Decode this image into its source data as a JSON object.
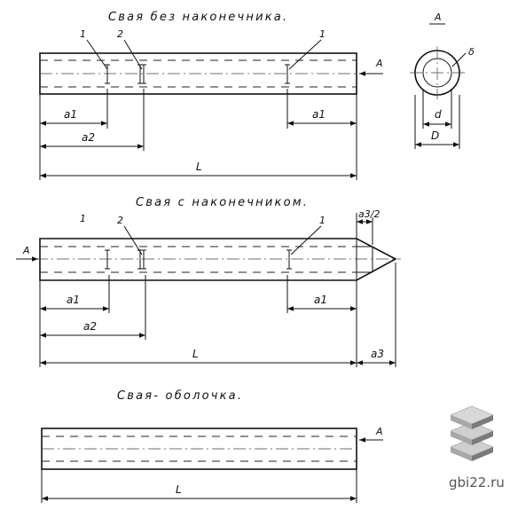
{
  "titles": {
    "pile_no_tip": "Свая без наконечника.",
    "pile_with_tip": "Свая с наконечником.",
    "pile_shell": "Свая- оболочка."
  },
  "labels": {
    "view_letter": "A",
    "callout_1": "1",
    "callout_2": "2",
    "delta": "δ",
    "a1": "a1",
    "a2": "a2",
    "a3": "a3",
    "a3_half": "a3/2",
    "L": "L",
    "d": "d",
    "D": "D"
  },
  "watermark": {
    "site": "gbi22.ru",
    "logo_icon": "stacked-slabs-icon",
    "logo_colors": [
      "#cfcfcf",
      "#a8a8a8",
      "#7a7a7a"
    ]
  }
}
